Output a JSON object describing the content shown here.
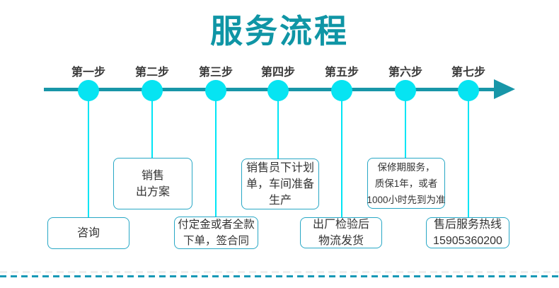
{
  "title": "服务流程",
  "colors": {
    "title": "#0f95a5",
    "timeline_line": "#1896a8",
    "step_circle": "#06e4f2",
    "connector": "#00e5f5",
    "box_border": "#28a7c5",
    "box_text": "#333333",
    "step_label_text": "#3b3b3b",
    "bottom_dash": "#1899b6"
  },
  "steps": [
    {
      "label": "第一步",
      "box_lines": [
        "咨询"
      ]
    },
    {
      "label": "第二步",
      "box_lines": [
        "销售",
        "出方案"
      ]
    },
    {
      "label": "第三步",
      "box_lines": [
        "付定金或者全款",
        "下单，签合同"
      ]
    },
    {
      "label": "第四步",
      "box_lines": [
        "销售员下计划",
        "单，车间准备",
        "生产"
      ]
    },
    {
      "label": "第五步",
      "box_lines": [
        "出厂检验后",
        "物流发货"
      ]
    },
    {
      "label": "第六步",
      "box_lines": [
        "保修期服务，",
        "质保1年，或者",
        "1000小时先到为准"
      ]
    },
    {
      "label": "第七步",
      "box_lines": [
        "售后服务热线",
        "15905360200"
      ]
    }
  ]
}
